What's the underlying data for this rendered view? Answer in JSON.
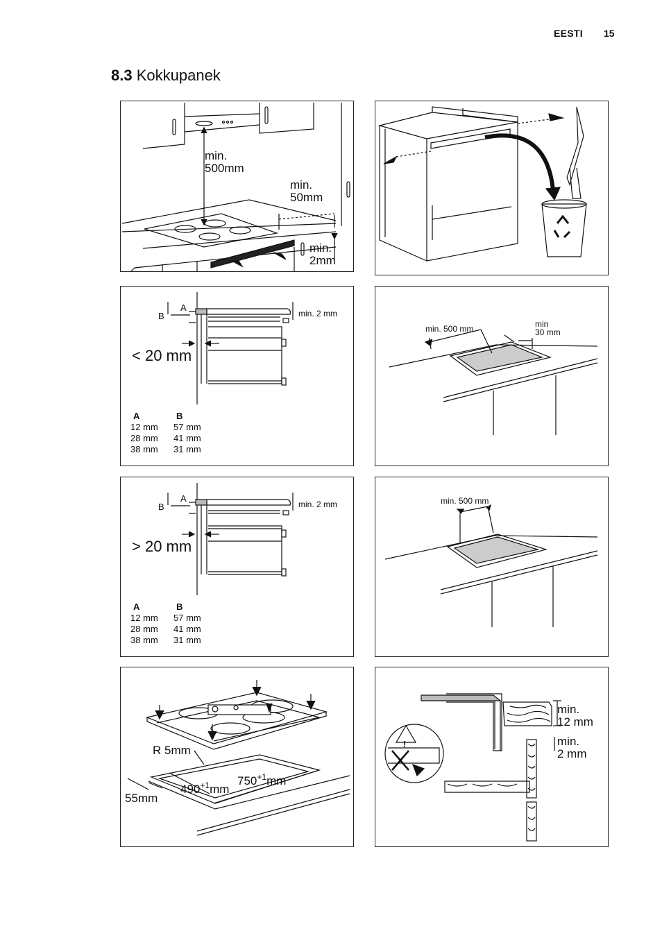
{
  "header": {
    "language": "EESTI",
    "page_number": "15"
  },
  "section": {
    "number": "8.3",
    "title": "Kokkupanek"
  },
  "fig1": {
    "hood_min": "min.",
    "hood_dist": "500mm",
    "wall_min": "min.",
    "wall_dist": "50mm",
    "gap_min": "min.",
    "gap_dist": "2mm"
  },
  "fig3": {
    "label_a": "A",
    "label_b": "B",
    "min_gap": "min. 2 mm",
    "distance": "< 20 mm",
    "table": {
      "headers": [
        "A",
        "B"
      ],
      "rows": [
        [
          "12 mm",
          "57 mm"
        ],
        [
          "28 mm",
          "41 mm"
        ],
        [
          "38 mm",
          "31 mm"
        ]
      ]
    }
  },
  "fig4": {
    "min_wall": "min. 500 mm",
    "min_edge_1": "min",
    "min_edge_2": "30 mm"
  },
  "fig5": {
    "label_a": "A",
    "label_b": "B",
    "min_gap": "min. 2 mm",
    "distance": "> 20 mm",
    "table": {
      "headers": [
        "A",
        "B"
      ],
      "rows": [
        [
          "12 mm",
          "57 mm"
        ],
        [
          "28 mm",
          "41 mm"
        ],
        [
          "38 mm",
          "31 mm"
        ]
      ]
    }
  },
  "fig6": {
    "min_wall": "min. 500 mm"
  },
  "fig7": {
    "radius": "R 5mm",
    "depth": "490",
    "depth_tol": "+1",
    "depth_unit": "mm",
    "width": "750",
    "width_tol": "+1",
    "width_unit": "mm",
    "edge": "55mm"
  },
  "fig8": {
    "worktop_min": "min.",
    "worktop_dist": "12 mm",
    "gap_min": "min.",
    "gap_dist": "2 mm",
    "warning_symbol": "!"
  }
}
